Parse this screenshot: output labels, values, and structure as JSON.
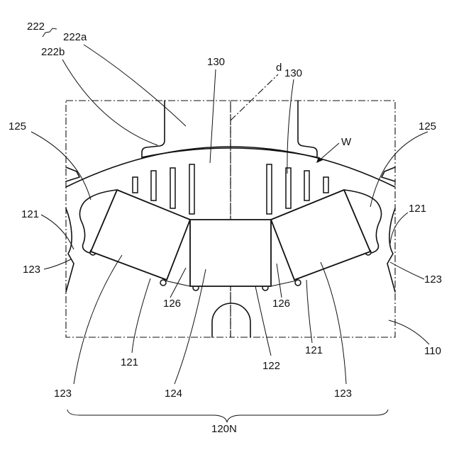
{
  "figure": {
    "labels": {
      "l222": "222",
      "l222a": "222a",
      "l222b": "222b",
      "l130_top": "130",
      "l_d": "d",
      "l130_right": "130",
      "l125_left": "125",
      "l125_right": "125",
      "l_W": "W",
      "l121_left": "121",
      "l121_right": "121",
      "l123_left": "123",
      "l123_right": "123",
      "l126_left": "126",
      "l126_right": "126",
      "l121_bottom_left": "121",
      "l121_bottom_right": "121",
      "l122": "122",
      "l110": "110",
      "l123_bottom_left": "123",
      "l124": "124",
      "l123_bottom_right": "123",
      "l120N": "120N"
    }
  }
}
